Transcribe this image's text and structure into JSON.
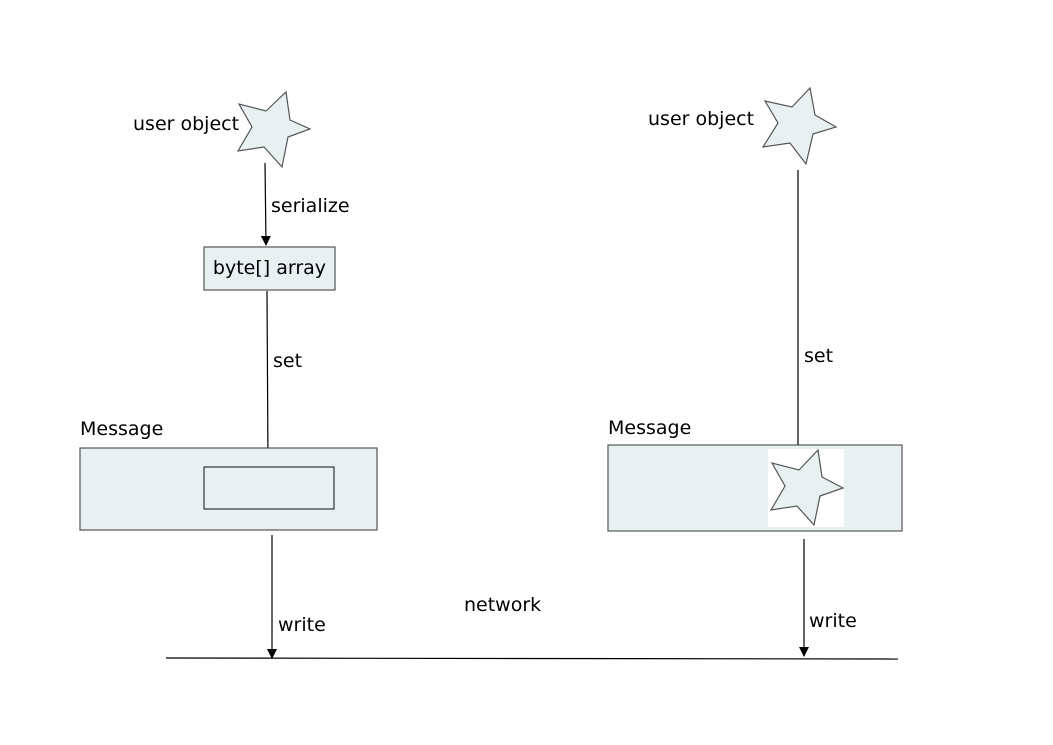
{
  "colors": {
    "fill": "#e8f0f1",
    "stroke": "#555555",
    "line": "#000000"
  },
  "left": {
    "object_label": "user object",
    "serialize_label": "serialize",
    "byte_array_label": "byte[] array",
    "set_label": "set",
    "message_label": "Message",
    "write_label": "write"
  },
  "right": {
    "object_label": "user object",
    "set_label": "set",
    "message_label": "Message",
    "write_label": "write"
  },
  "network_label": "network"
}
